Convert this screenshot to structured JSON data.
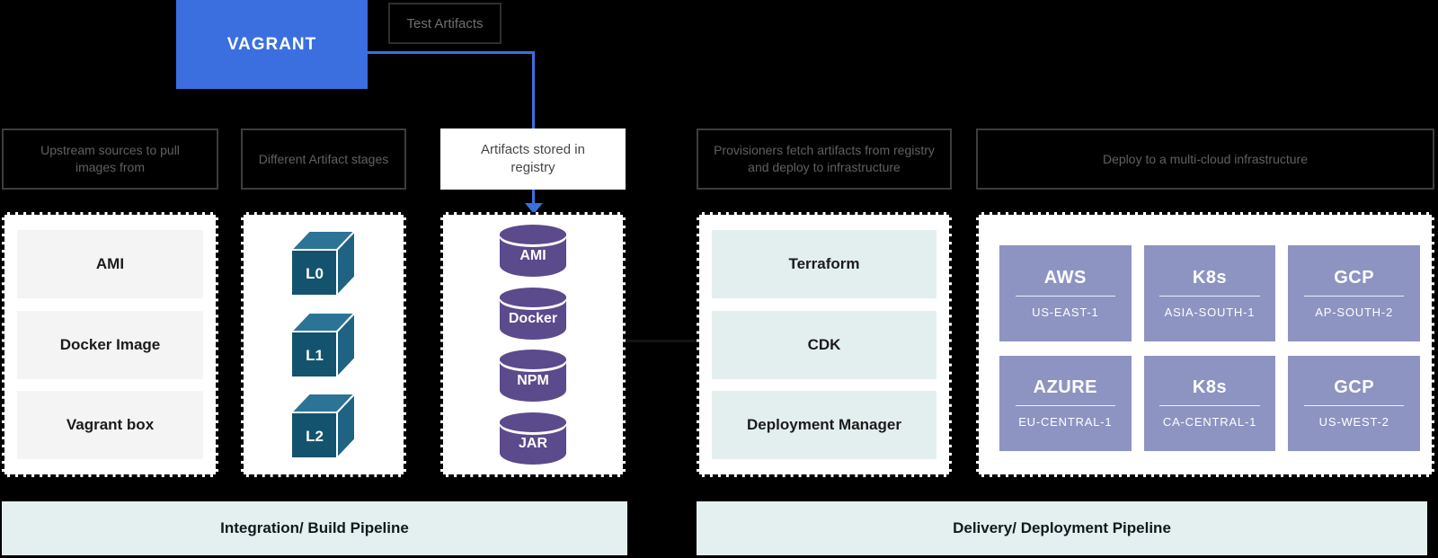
{
  "diagram": {
    "vagrant_label": "VAGRANT",
    "test_artifacts_label": "Test Artifacts",
    "section_labels": {
      "upstream": "Upstream sources to pull images from",
      "stages": "Different Artifact stages",
      "registry": "Artifacts stored in registry",
      "provisioners": "Provisioners fetch artifacts from registry and deploy to infrastructure",
      "multicloud": "Deploy to a multi-cloud infrastructure"
    },
    "upstream_items": [
      "AMI",
      "Docker Image",
      "Vagrant box"
    ],
    "stage_items": [
      "L0",
      "L1",
      "L2"
    ],
    "registry_items": [
      "AMI",
      "Docker",
      "NPM",
      "JAR"
    ],
    "provisioner_items": [
      "Terraform",
      "CDK",
      "Deployment Manager"
    ],
    "cloud_tiles": [
      {
        "name": "AWS",
        "region": "US-EAST-1"
      },
      {
        "name": "K8s",
        "region": "ASIA-SOUTH-1"
      },
      {
        "name": "GCP",
        "region": "AP-SOUTH-2"
      },
      {
        "name": "AZURE",
        "region": "EU-CENTRAL-1"
      },
      {
        "name": "K8s",
        "region": "CA-CENTRAL-1"
      },
      {
        "name": "GCP",
        "region": "US-WEST-2"
      }
    ],
    "banners": {
      "build": "Integration/ Build Pipeline",
      "delivery": "Delivery/ Deployment Pipeline"
    },
    "colors": {
      "vagrant_blue": "#3b6fe0",
      "cube_teal_top": "#2b7495",
      "cube_teal_front": "#14536e",
      "cube_teal_side": "#1f6282",
      "cylinder_purple": "#5b4a8c",
      "cloud_tile_purple": "#8d94c1",
      "banner_teal": "#e4f0ef",
      "row_gray": "#f4f4f4",
      "row_teal": "#e2efee"
    }
  }
}
